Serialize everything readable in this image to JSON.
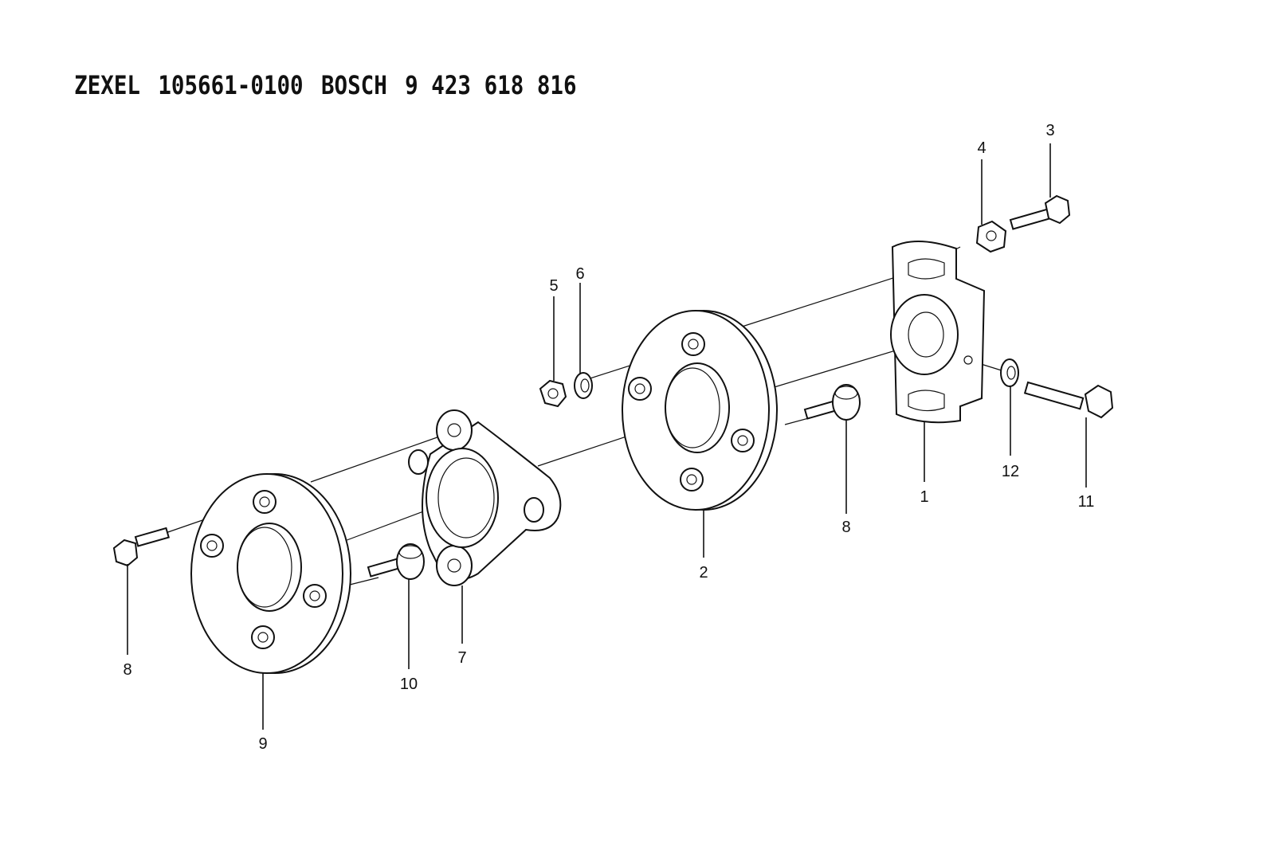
{
  "header": {
    "brand1": "ZEXEL",
    "part1": "105661-0100",
    "brand2": "BOSCH",
    "part2": "9 423 618 816"
  },
  "callouts": [
    "1",
    "2",
    "3",
    "4",
    "5",
    "6",
    "7",
    "8",
    "8",
    "9",
    "10",
    "11",
    "12"
  ]
}
